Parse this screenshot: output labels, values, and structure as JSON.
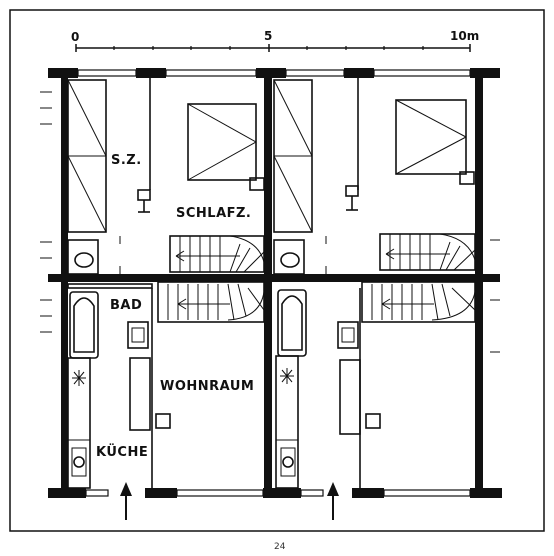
{
  "scale": {
    "start": "0",
    "mid": "5",
    "end": "10m"
  },
  "rooms": {
    "sz": "S.Z.",
    "schlafz": "SCHLAFZ.",
    "bad": "BAD",
    "wohnraum": "WOHNRAUM",
    "kueche": "KÜCHE"
  },
  "footer_mark": "24"
}
